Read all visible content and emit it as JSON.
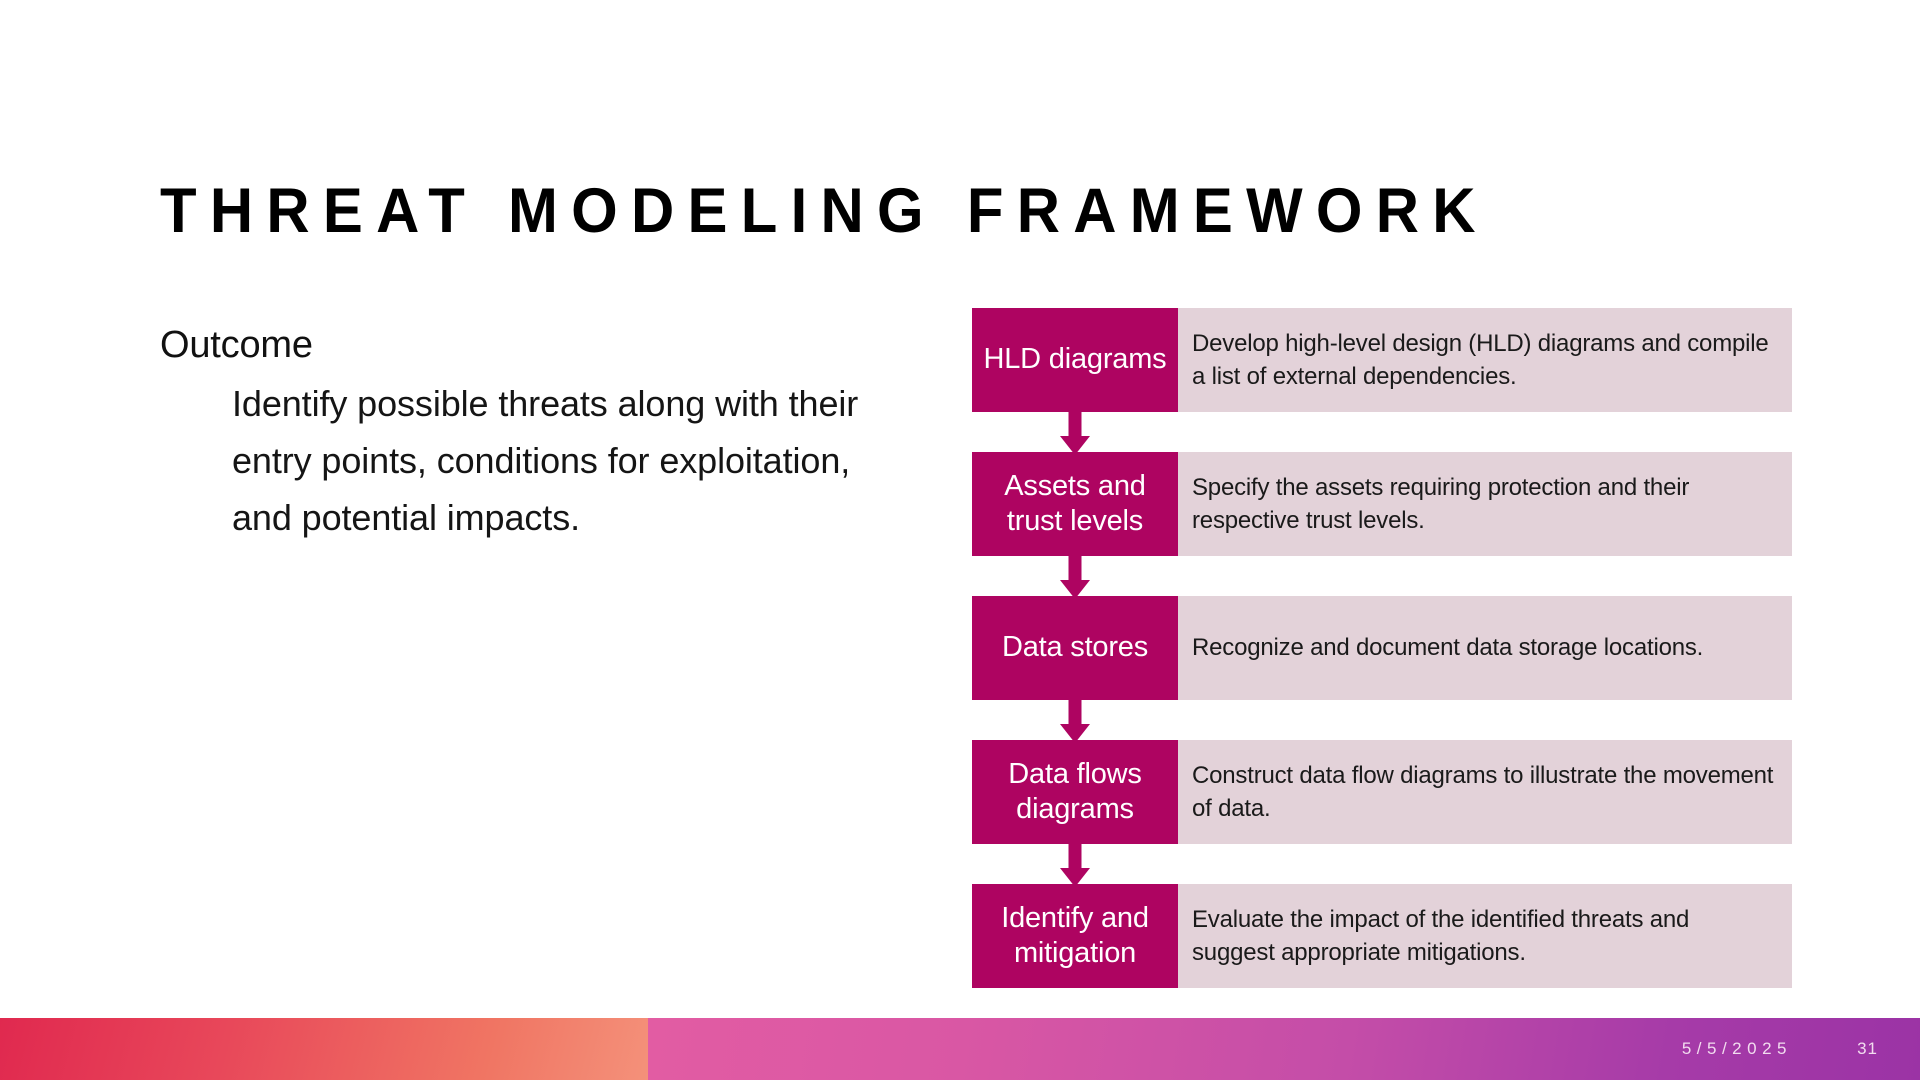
{
  "slide": {
    "title": "THREAT MODELING FRAMEWORK",
    "accent_color": "#AE0461",
    "desc_bg_color": "#E3D2D9",
    "background_color": "#FFFFFF"
  },
  "outcome": {
    "heading": "Outcome",
    "body": "Identify possible threats along with their entry points, conditions for exploitation, and potential impacts."
  },
  "flow": {
    "steps": [
      {
        "label": "HLD diagrams",
        "description": "Develop high-level design (HLD) diagrams and compile a list of external dependencies."
      },
      {
        "label": "Assets and trust levels",
        "description": "Specify the assets requiring protection and their respective trust levels."
      },
      {
        "label": "Data stores",
        "description": "Recognize and document data storage locations."
      },
      {
        "label": "Data flows diagrams",
        "description": "Construct data flow diagrams to illustrate the movement of data."
      },
      {
        "label": "Identify and mitigation",
        "description": "Evaluate the impact of the identified threats and suggest appropriate mitigations."
      }
    ]
  },
  "footer": {
    "date": "5/5/2025",
    "page_number": "31",
    "left_gradient_from": "#E0294F",
    "left_gradient_to": "#F4917A",
    "right_gradient_from": "#E25CA3",
    "right_gradient_to": "#9B33A5"
  }
}
